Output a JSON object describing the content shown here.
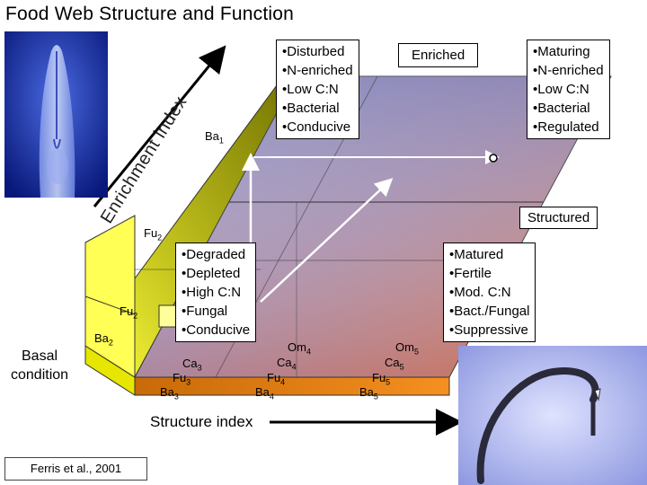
{
  "title": "Food Web Structure and Function",
  "axes": {
    "enrichment_index": "Enrichment index",
    "structure_index": "Structure index"
  },
  "basal_condition": [
    "Basal",
    "condition"
  ],
  "corner_labels": {
    "enriched": "Enriched",
    "structured": "Structured"
  },
  "quadrants": {
    "disturbed": [
      "•Disturbed",
      "•N-enriched",
      "•Low C:N",
      "•Bacterial",
      "•Conducive"
    ],
    "maturing": [
      "•Maturing",
      "•N-enriched",
      "•Low C:N",
      "•Bacterial",
      "•Regulated"
    ],
    "degraded": [
      "•Degraded",
      "•Depleted",
      "•High C:N",
      "•Fungal",
      "•Conducive"
    ],
    "matured": [
      "•Matured",
      "•Fertile",
      "•Mod. C:N",
      "•Bact./Fungal",
      "•Suppressive"
    ]
  },
  "guild_labels": {
    "ba1": {
      "text": "Ba",
      "sub": "1"
    },
    "fu2_top": {
      "text": "Fu",
      "sub": "2"
    },
    "fu2_mid": {
      "text": "Fu",
      "sub": "2"
    },
    "ba2": {
      "text": "Ba",
      "sub": "2"
    },
    "ca3": {
      "text": "Ca",
      "sub": "3"
    },
    "fu3": {
      "text": "Fu",
      "sub": "3"
    },
    "ba3": {
      "text": "Ba",
      "sub": "3"
    },
    "ca4": {
      "text": "Ca",
      "sub": "4"
    },
    "fu4": {
      "text": "Fu",
      "sub": "4"
    },
    "ba4": {
      "text": "Ba",
      "sub": "4"
    },
    "om4": {
      "text": "Om",
      "sub": "4"
    },
    "om5": {
      "text": "Om",
      "sub": "5"
    },
    "ca5": {
      "text": "Ca",
      "sub": "5"
    },
    "fu5": {
      "text": "Fu",
      "sub": "5"
    },
    "ba5": {
      "text": "Ba",
      "sub": "5"
    }
  },
  "citation": "Ferris et al., 2001",
  "colors": {
    "top_plane_light": "#8a8ab8",
    "top_plane_warm": "#c87860",
    "left_wall": "#8a8a00",
    "left_wall_bright": "#ffff33",
    "front_wall": "#e07a10"
  },
  "icons": {
    "nematode_head_photo": "nematode-head-micrograph",
    "nematode_tail_photo": "nematode-curled-micrograph"
  }
}
